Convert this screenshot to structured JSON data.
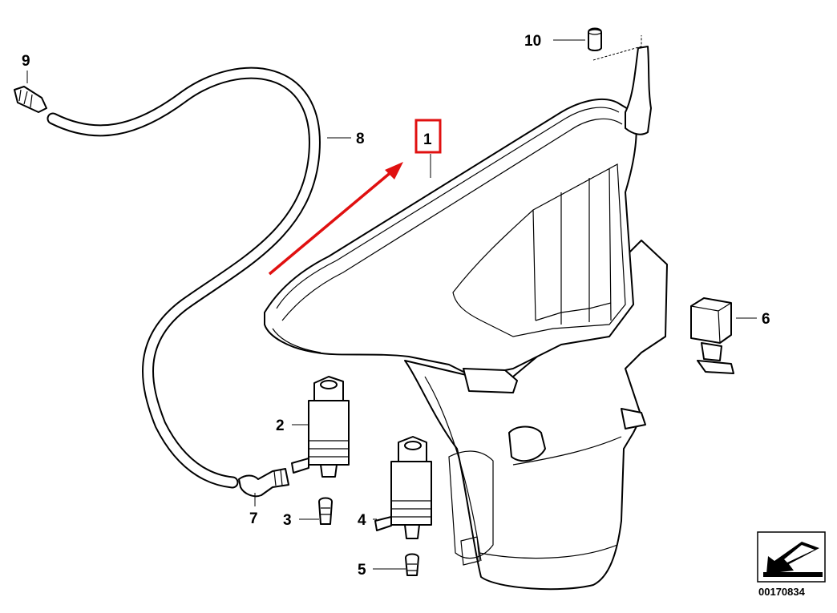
{
  "diagram": {
    "highlighted_part": "1",
    "highlight_color": "#e01010",
    "arrow_color": "#e01010",
    "callouts": {
      "p1": "1",
      "p2": "2",
      "p3": "3",
      "p4": "4",
      "p5": "5",
      "p6": "6",
      "p7": "7",
      "p8": "8",
      "p9": "9",
      "p10": "10"
    },
    "reference_code": "00170834",
    "icons": {
      "direction_badge": "arrow-down-left-icon"
    }
  }
}
